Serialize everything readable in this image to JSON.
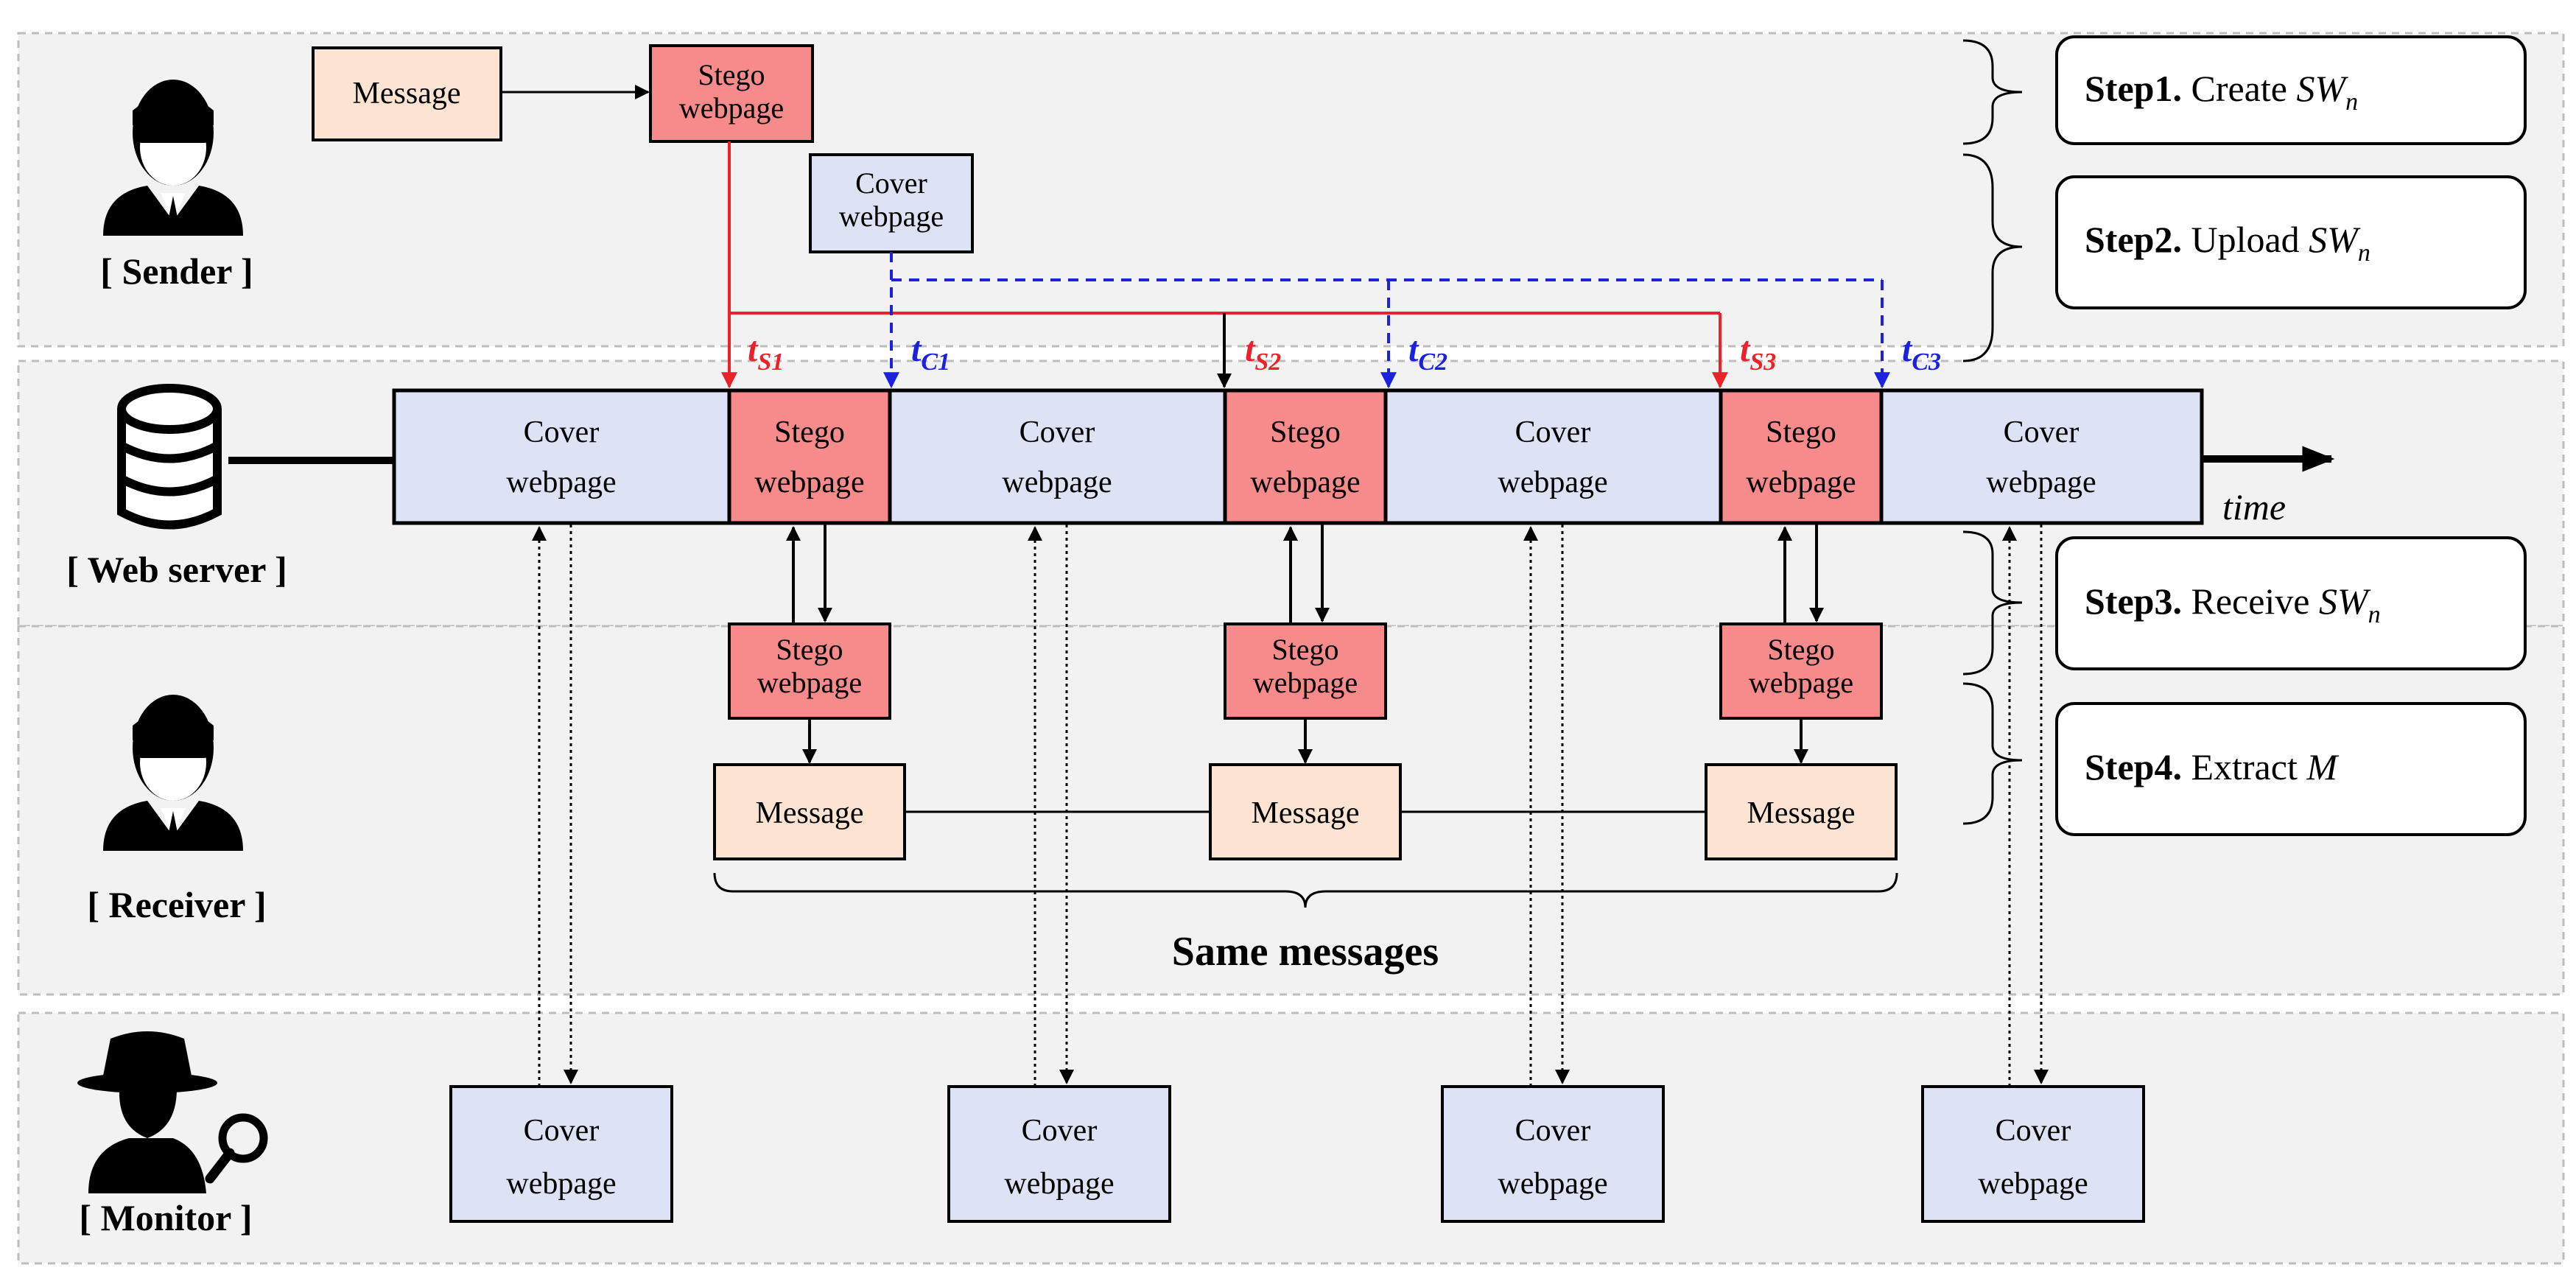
{
  "actors": {
    "sender": "[ Sender ]",
    "web_server": "[ Web server ]",
    "receiver": "[ Receiver ]",
    "monitor": "[ Monitor ]"
  },
  "labels": {
    "message": "Message",
    "stego_line1": "Stego",
    "stego_line2": "webpage",
    "cover_line1": "Cover",
    "cover_line2": "webpage",
    "time": "time",
    "same_messages": "Same messages"
  },
  "timestamps": [
    {
      "t": "t",
      "sub": "S1",
      "color": "#e8232a"
    },
    {
      "t": "t",
      "sub": "C1",
      "color": "#1a22e0"
    },
    {
      "t": "t",
      "sub": "S2",
      "color": "#e8232a"
    },
    {
      "t": "t",
      "sub": "C2",
      "color": "#1a22e0"
    },
    {
      "t": "t",
      "sub": "S3",
      "color": "#e8232a"
    },
    {
      "t": "t",
      "sub": "C3",
      "color": "#1a22e0"
    }
  ],
  "steps": [
    {
      "bold": "Step1.",
      "text": "Create",
      "var": "SW",
      "sub": "n"
    },
    {
      "bold": "Step2.",
      "text": "Upload",
      "var": "SW",
      "sub": "n"
    },
    {
      "bold": "Step3.",
      "text": "Receive",
      "var": "SW",
      "sub": "n"
    },
    {
      "bold": "Step4.",
      "text": "Extract",
      "var": "M",
      "sub": ""
    }
  ],
  "colors": {
    "stego_fill": "#f78a8a",
    "cover_fill": "#dde3f5",
    "message_fill": "#fde4d2",
    "lane_fill": "#f2f2f2",
    "red": "#e8232a",
    "blue": "#1a22e0"
  }
}
